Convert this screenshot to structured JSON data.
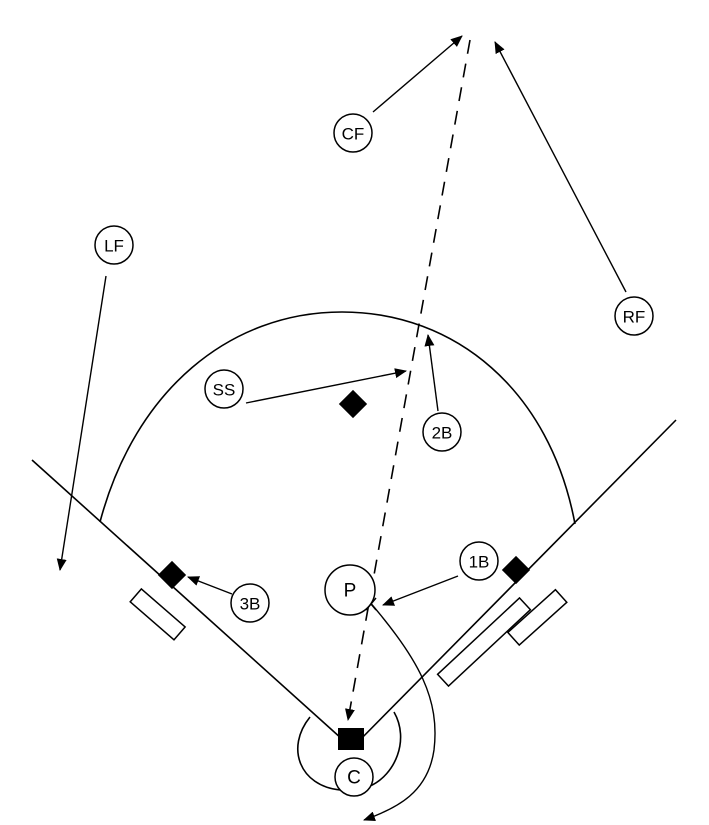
{
  "positions": {
    "cf": "CF",
    "lf": "LF",
    "rf": "RF",
    "ss": "SS",
    "second_base": "2B",
    "first_base": "1B",
    "third_base": "3B",
    "pitcher": "P",
    "catcher": "C"
  }
}
